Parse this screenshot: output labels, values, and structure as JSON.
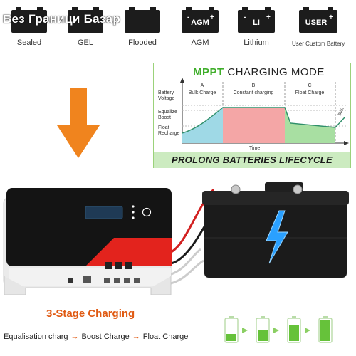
{
  "watermark": "Без Граници Базар",
  "battery_types": [
    {
      "symbol": "",
      "text": "",
      "label": "Sealed"
    },
    {
      "symbol": "",
      "text": "",
      "label": "GEL"
    },
    {
      "symbol": "",
      "text": "",
      "label": "Flooded"
    },
    {
      "symbol": "-",
      "text": "AGM",
      "plus": "+",
      "label": "AGM"
    },
    {
      "symbol": "-",
      "text": "LI",
      "plus": "+",
      "label": "Lithium"
    },
    {
      "symbol": "",
      "text": "USER",
      "plus": "+",
      "label": "User Custom Battery"
    }
  ],
  "mppt": {
    "title_accent": "MPPT",
    "title_rest": "CHARGING MODE",
    "y_axis_label_1": "Battery",
    "y_axis_label_2": "Voltage",
    "levels": [
      "Equalize",
      "Boost",
      "Float",
      "Recharge"
    ],
    "phases": [
      {
        "letter": "A",
        "name": "Bulk Charge"
      },
      {
        "letter": "B",
        "name": "Constant charging"
      },
      {
        "letter": "C",
        "name": "Float Charge"
      }
    ],
    "bulk_tail": "Bulk",
    "x_axis_label": "Time",
    "banner": "PROLONG BATTERIES LIFECYCLE",
    "colors": {
      "bulk": "#9fd9e6",
      "constant": "#f4a6a6",
      "float": "#a8dfa2",
      "line": "#2f8f6a"
    }
  },
  "stages": {
    "title": "3-Stage Charging",
    "items": [
      "Equalisation charg",
      "Boost Charge",
      "Float Charge"
    ],
    "arrow": "→"
  },
  "colors": {
    "accent_orange": "#f0841e",
    "controller_red": "#e3231d",
    "dark": "#141414"
  }
}
